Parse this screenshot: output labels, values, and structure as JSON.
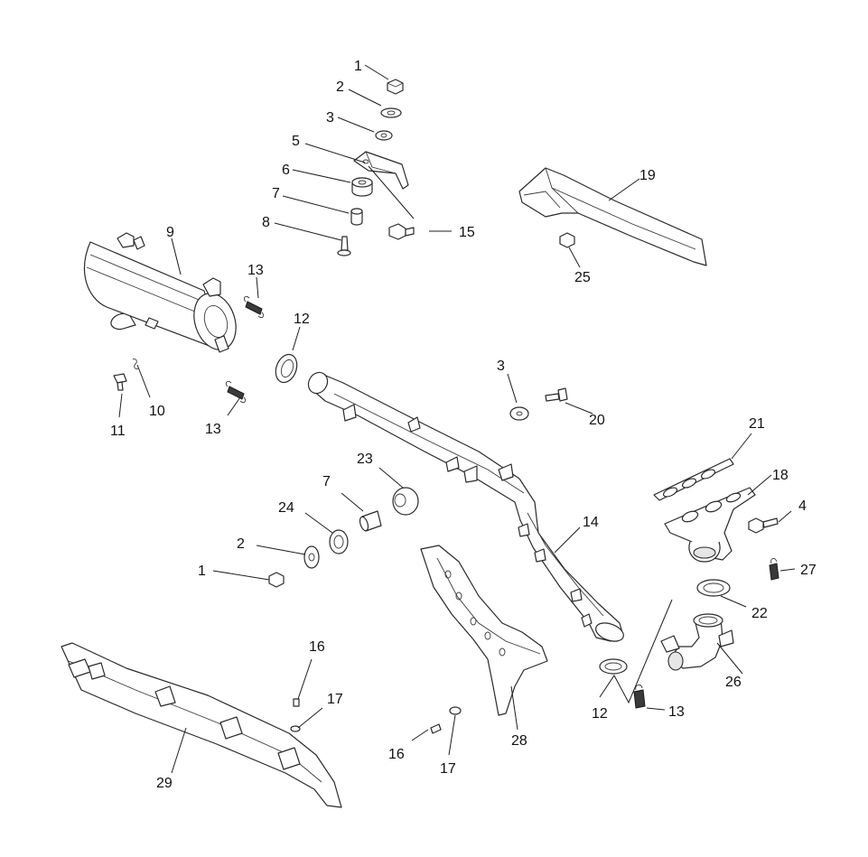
{
  "callouts": [
    {
      "id": "c1a",
      "text": "1"
    },
    {
      "id": "c2a",
      "text": "2"
    },
    {
      "id": "c3a",
      "text": "3"
    },
    {
      "id": "c5",
      "text": "5"
    },
    {
      "id": "c6",
      "text": "6"
    },
    {
      "id": "c7a",
      "text": "7"
    },
    {
      "id": "c8",
      "text": "8"
    },
    {
      "id": "c15",
      "text": "15"
    },
    {
      "id": "c9",
      "text": "9"
    },
    {
      "id": "c13a",
      "text": "13"
    },
    {
      "id": "c12a",
      "text": "12"
    },
    {
      "id": "c10",
      "text": "10"
    },
    {
      "id": "c11",
      "text": "11"
    },
    {
      "id": "c13b",
      "text": "13"
    },
    {
      "id": "c19",
      "text": "19"
    },
    {
      "id": "c25",
      "text": "25"
    },
    {
      "id": "c3b",
      "text": "3"
    },
    {
      "id": "c20",
      "text": "20"
    },
    {
      "id": "c21",
      "text": "21"
    },
    {
      "id": "c18",
      "text": "18"
    },
    {
      "id": "c4",
      "text": "4"
    },
    {
      "id": "c27",
      "text": "27"
    },
    {
      "id": "c22",
      "text": "22"
    },
    {
      "id": "c26",
      "text": "26"
    },
    {
      "id": "c13c",
      "text": "13"
    },
    {
      "id": "c12b",
      "text": "12"
    },
    {
      "id": "c14",
      "text": "14"
    },
    {
      "id": "c23",
      "text": "23"
    },
    {
      "id": "c7b",
      "text": "7"
    },
    {
      "id": "c24",
      "text": "24"
    },
    {
      "id": "c2b",
      "text": "2"
    },
    {
      "id": "c1b",
      "text": "1"
    },
    {
      "id": "c16a",
      "text": "16"
    },
    {
      "id": "c17a",
      "text": "17"
    },
    {
      "id": "c16b",
      "text": "16"
    },
    {
      "id": "c17b",
      "text": "17"
    },
    {
      "id": "c28",
      "text": "28"
    },
    {
      "id": "c29",
      "text": "29"
    }
  ]
}
